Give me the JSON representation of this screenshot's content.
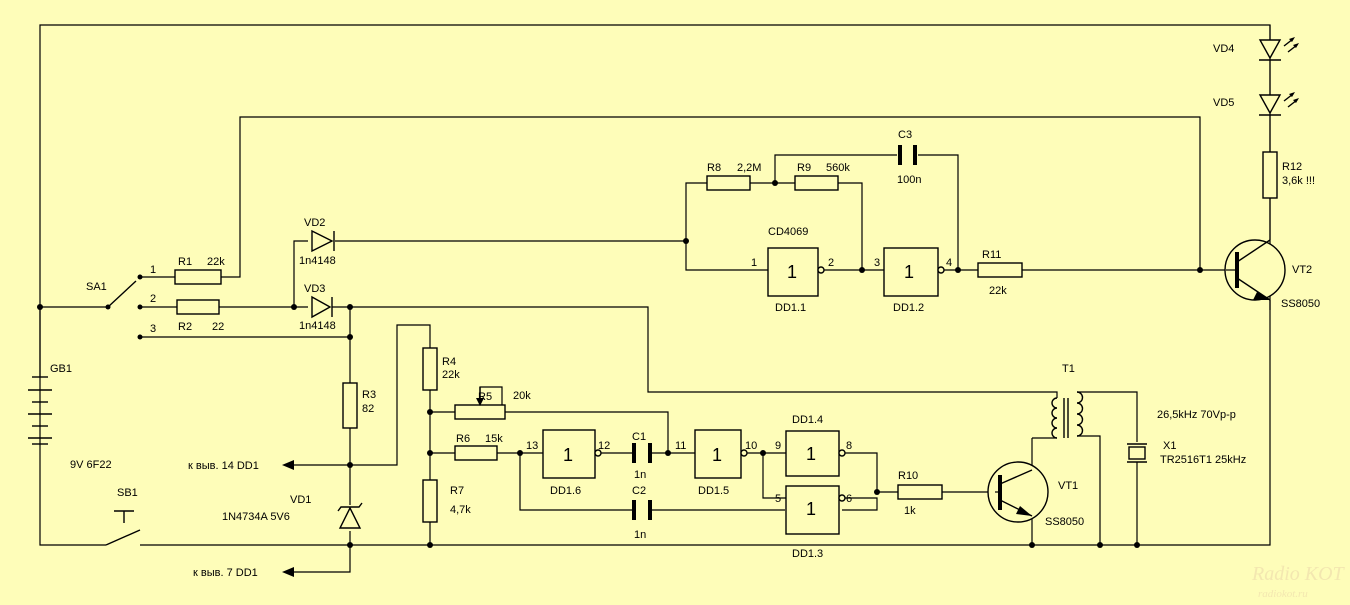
{
  "components": {
    "GB1": {
      "ref": "GB1",
      "value": "9V 6F22"
    },
    "SB1": {
      "ref": "SB1"
    },
    "SA1": {
      "ref": "SA1",
      "pos1": "1",
      "pos2": "2",
      "pos3": "3"
    },
    "R1": {
      "ref": "R1",
      "value": "22k"
    },
    "R2": {
      "ref": "R2",
      "value": "22"
    },
    "R3": {
      "ref": "R3",
      "value": "82"
    },
    "R4": {
      "ref": "R4",
      "value": "22k"
    },
    "R5": {
      "ref": "R5",
      "value": "20k"
    },
    "R6": {
      "ref": "R6",
      "value": "15k"
    },
    "R7": {
      "ref": "R7",
      "value": "4,7k"
    },
    "R8": {
      "ref": "R8",
      "value": "2,2M"
    },
    "R9": {
      "ref": "R9",
      "value": "560k"
    },
    "R10": {
      "ref": "R10",
      "value": "1k"
    },
    "R11": {
      "ref": "R11",
      "value": "22k"
    },
    "R12": {
      "ref": "R12",
      "value": "3,6k !!!"
    },
    "C1": {
      "ref": "C1",
      "value": "1n"
    },
    "C2": {
      "ref": "C2",
      "value": "1n"
    },
    "C3": {
      "ref": "C3",
      "value": "100n"
    },
    "VD1": {
      "ref": "VD1",
      "value": "1N4734A  5V6"
    },
    "VD2": {
      "ref": "VD2",
      "value": "1n4148"
    },
    "VD3": {
      "ref": "VD3",
      "value": "1n4148"
    },
    "VD4": {
      "ref": "VD4"
    },
    "VD5": {
      "ref": "VD5"
    },
    "VT1": {
      "ref": "VT1",
      "value": "SS8050"
    },
    "VT2": {
      "ref": "VT2",
      "value": "SS8050"
    },
    "T1": {
      "ref": "T1"
    },
    "X1": {
      "ref": "X1",
      "value": "TR2516T1 25kHz",
      "note": "26,5kHz 70Vp-p"
    },
    "IC": {
      "type": "CD4069"
    }
  },
  "gates": {
    "symbol": "1",
    "DD1_1": {
      "ref": "DD1.1",
      "pin_in": "1",
      "pin_out": "2"
    },
    "DD1_2": {
      "ref": "DD1.2",
      "pin_in": "3",
      "pin_out": "4"
    },
    "DD1_3": {
      "ref": "DD1.3",
      "pin_in": "5",
      "pin_out": "6"
    },
    "DD1_4": {
      "ref": "DD1.4",
      "pin_in": "9",
      "pin_out": "8"
    },
    "DD1_5": {
      "ref": "DD1.5",
      "pin_in": "11",
      "pin_out": "10"
    },
    "DD1_6": {
      "ref": "DD1.6",
      "pin_in": "13",
      "pin_out": "12"
    }
  },
  "ports": {
    "pin14": "к выв. 14 DD1",
    "pin7": "к выв. 7 DD1"
  },
  "watermark": {
    "logo": "Radio KOT",
    "url": "radiokot.ru"
  },
  "colors": {
    "background": "#fefdb9",
    "wire": "#000000"
  }
}
